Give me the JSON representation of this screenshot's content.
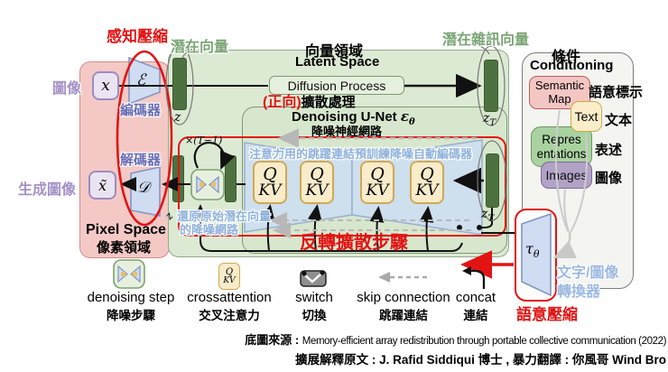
{
  "annotations": {
    "perceptual_compression": "感知壓縮",
    "latent_vector": "潛在向量",
    "latent_noise_vector": "潛在雜訊向量",
    "forward": "(正向)",
    "diffusion_zh": "擴散處理",
    "attention_note": "注意力用的跳躍連結預訓練降噪自動編碼器",
    "restore_line1": "還原原始潛在向量",
    "restore_line2": "的降噪網路",
    "reverse_diffusion": "反轉擴散步驟",
    "times_loop": "×(T−1)",
    "semantic_compression": "語意壓縮",
    "converter_line1": "文字/圖像",
    "converter_line2": "轉換器",
    "z_diagonal": "z"
  },
  "pixel_space": {
    "title_en": "Pixel Space",
    "title_zh": "像素領域",
    "image_label": "圖像",
    "x": "x",
    "encoder_symbol": "ℰ",
    "encoder_zh": "編碼器",
    "gen_image_label": "生成圖像",
    "x_tilde": "x̃",
    "decoder_symbol": "𝒟",
    "decoder_zh": "解碼器"
  },
  "latent": {
    "title_zh": "向量領域",
    "title_en": "Latent Space",
    "diffusion_process": "Diffusion Process",
    "unet_en": "Denoising U-Net ",
    "unet_eps": "ε",
    "unet_sub": "θ",
    "unet_zh": "降噪神經網路",
    "z": "z",
    "t_sub": "T",
    "q": "Q",
    "kv": "KV"
  },
  "conditioning": {
    "title_zh": "條件",
    "title_en": "Conditioning",
    "items": [
      {
        "label": "Semantic Map",
        "zh": "語意標示"
      },
      {
        "label": "Text",
        "zh": "文本"
      },
      {
        "label": "Repres entations",
        "zh": "表述"
      },
      {
        "label": "Images",
        "zh": "圖像"
      }
    ],
    "tau": "τ",
    "tau_sub": "θ"
  },
  "legend": {
    "items": [
      {
        "en": "denoising step",
        "zh": "降噪步驟"
      },
      {
        "en": "crossattention",
        "zh": "交叉注意力"
      },
      {
        "en": "switch",
        "zh": "切換"
      },
      {
        "en": "skip connection",
        "zh": "跳躍連結"
      },
      {
        "en": "concat",
        "zh": "連結"
      }
    ],
    "q": "Q",
    "kv": "KV"
  },
  "source": {
    "prefix": "底圖來源 : ",
    "line1": "Memory-efficient array redistribution through portable collective communication (2022)",
    "line2": "擴展解釋原文 : J. Rafid Siddiqui 博士 , 暴力翻譯 : 你風哥 Wind Bro"
  },
  "colors": {
    "red": "#e21414",
    "green_label": "#7ba575",
    "blue_label": "#8fb2dc",
    "purple_label": "#a492c6",
    "pixel_fill": "#f4c9c5",
    "latent_fill": "#dcead3",
    "bar_green": "#4e7140",
    "qkv_fill": "#f8ecca"
  }
}
